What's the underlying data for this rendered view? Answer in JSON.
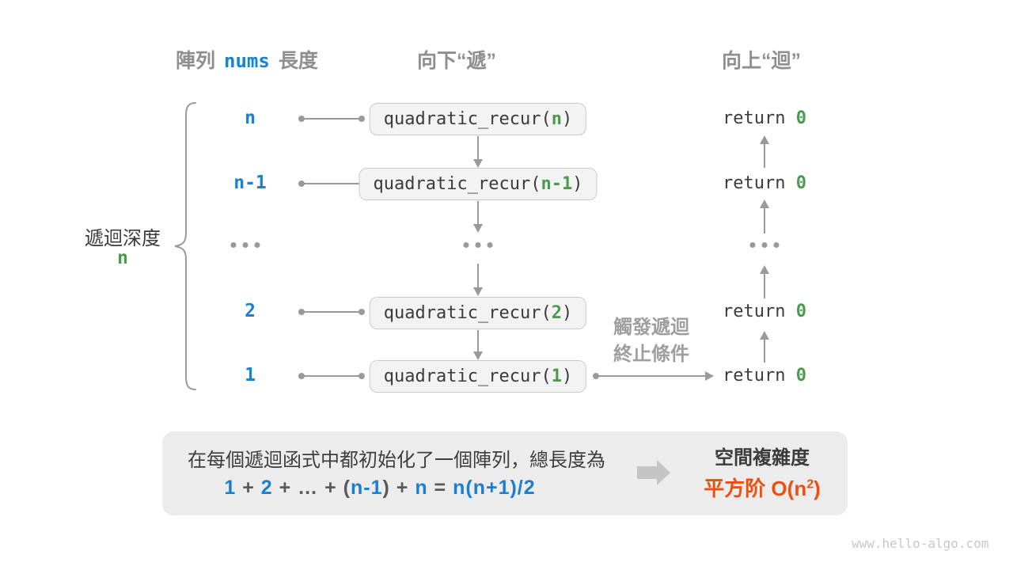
{
  "colors": {
    "blue": "#1683d3",
    "green": "#4a9b4f",
    "orange": "#ee4f10",
    "gray_header": "#8f8f8f",
    "gray_arrow": "#9a9a9a",
    "dark_text": "#3b3b3b",
    "box_fill": "#f3f3f3",
    "box_border": "#c9c9c9",
    "panel_fill": "#ececec"
  },
  "headers": {
    "left_pre": "陣列",
    "left_code": "nums",
    "left_post": "長度",
    "middle": "向下“遞”",
    "right": "向上“迴”"
  },
  "depth": {
    "title": "遞迴深度",
    "value": "n"
  },
  "rows": [
    {
      "label": "n",
      "fn": "quadratic_recur(",
      "arg": "n",
      "close": ")",
      "ret": "return ",
      "retval": "0"
    },
    {
      "label": "n-1",
      "fn": "quadratic_recur(",
      "arg": "n-1",
      "close": ")",
      "ret": "return ",
      "retval": "0"
    },
    {
      "label": "2",
      "fn": "quadratic_recur(",
      "arg": "2",
      "close": ")",
      "ret": "return ",
      "retval": "0"
    },
    {
      "label": "1",
      "fn": "quadratic_recur(",
      "arg": "1",
      "close": ")",
      "ret": "return ",
      "retval": "0"
    }
  ],
  "trigger": {
    "line1": "觸發遞迴",
    "line2": "終止條件"
  },
  "panel": {
    "description": "在每個遞迴函式中都初始化了一個陣列，總長度為",
    "formula": [
      {
        "t": "1"
      },
      {
        "t": " + "
      },
      {
        "t": "2"
      },
      {
        "t": " + "
      },
      {
        "t": "…"
      },
      {
        "t": " + "
      },
      {
        "t": "("
      },
      {
        "t": "n-1"
      },
      {
        "t": ")"
      },
      {
        "t": " + "
      },
      {
        "t": "n"
      },
      {
        "t": " = "
      },
      {
        "t": "n(n+1)/2"
      }
    ],
    "result_title": "空間複雜度",
    "result_prefix": "平方阶 O(n",
    "result_sup": "2",
    "result_suffix": ")"
  },
  "footer": "www.hello-algo.com"
}
